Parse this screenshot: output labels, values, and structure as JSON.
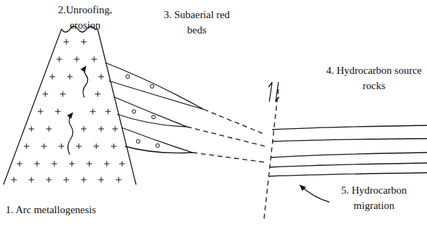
{
  "diagram": {
    "labels": [
      "2.Unroofing, erosion",
      "3. Subaerial red beds",
      "4. Hydrocarbon source rocks",
      "1. Arc metallogenesis",
      "5. Hydrocarbon migration"
    ]
  }
}
